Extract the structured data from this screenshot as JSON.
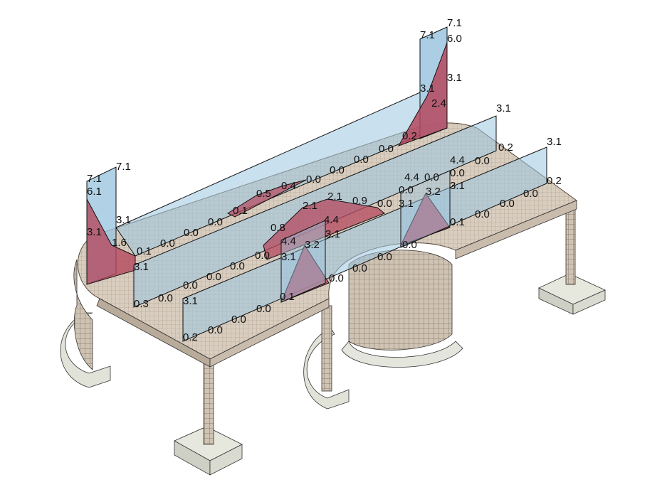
{
  "diagram": {
    "description_labels": [
      "7.1",
      "7.1",
      "6.1",
      "3.1",
      "3.1",
      "1.6",
      "0.1",
      "0.0",
      "0.0",
      "0.0",
      "0.1",
      "0.5",
      "0.4",
      "0.0",
      "0.0",
      "0.0",
      "0.0",
      "0.2",
      "3.1",
      "2.4",
      "7.1",
      "7.1",
      "6.0",
      "3.1",
      "3.1",
      "0.2",
      "0.0",
      "4.4",
      "0.0",
      "3.1",
      "3.1",
      "0.2",
      "0.0",
      "0.0",
      "0.0",
      "0.1",
      "3.2",
      "4.4",
      "0.0",
      "0.0",
      "3.1",
      "2.1",
      "2.1",
      "0.9",
      "0.0",
      "3.1",
      "0.3",
      "0.0",
      "0.0",
      "0.0",
      "0.0",
      "0.0",
      "3.1",
      "0.2",
      "0.0",
      "0.0",
      "0.0",
      "0.1",
      "0.8",
      "4.4",
      "3.1",
      "3.2",
      "4.4",
      "3.1",
      "0.0",
      "0.0",
      "0.0",
      "0.0"
    ],
    "colors": {
      "positive_plane": "#9cc6e0",
      "negative_fill": "#b5485e",
      "slab": "#d9cfc2",
      "footing": "#dfe0d6"
    }
  }
}
